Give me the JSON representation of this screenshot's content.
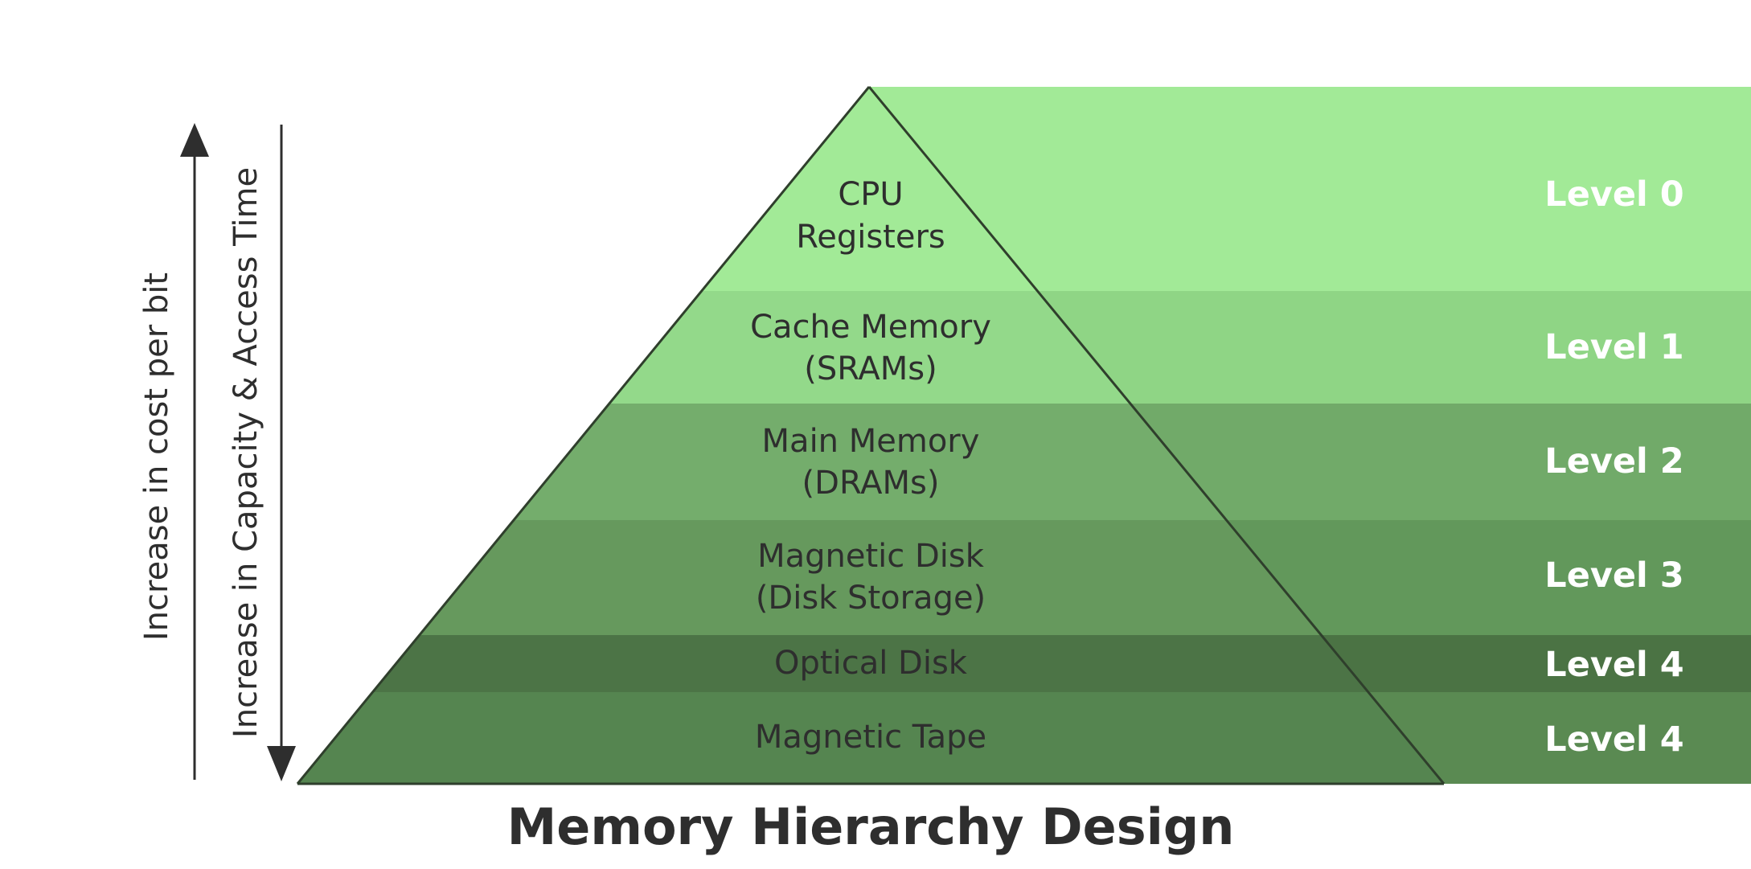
{
  "diagram": {
    "title": "Memory Hierarchy Design",
    "cost_axis_label": "Increase in cost per bit",
    "capacity_axis_label": "Increase in Capacity & Access Time",
    "tiers": [
      {
        "line1": "CPU",
        "line2": "Registers",
        "level": "Level 0",
        "band_color": "#a2ea97",
        "pyramid_color": "#a2ea97"
      },
      {
        "line1": "Cache Memory",
        "line2": "(SRAMs)",
        "level": "Level 1",
        "band_color": "#8fd585",
        "pyramid_color": "#93d98a"
      },
      {
        "line1": "Main Memory",
        "line2": "(DRAMs)",
        "level": "Level 2",
        "band_color": "#71aa69",
        "pyramid_color": "#74ad6c"
      },
      {
        "line1": "Magnetic Disk",
        "line2": "(Disk Storage)",
        "level": "Level 3",
        "band_color": "#62985b",
        "pyramid_color": "#66995d"
      },
      {
        "line1": "Optical Disk",
        "line2": "",
        "level": "Level 4",
        "band_color": "#4b7344",
        "pyramid_color": "#4c7446"
      },
      {
        "line1": "Magnetic Tape",
        "line2": "",
        "level": "Level 4",
        "band_color": "#5a8a52",
        "pyramid_color": "#558550"
      }
    ]
  }
}
